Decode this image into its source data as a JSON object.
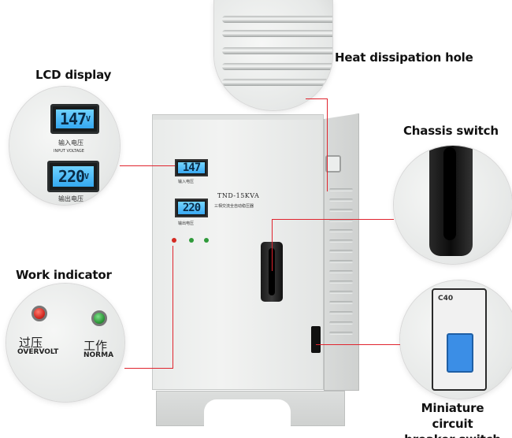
{
  "labels": {
    "heat": "Heat dissipation hole",
    "lcd": "LCD display",
    "chassis": "Chassis switch",
    "work": "Work indicator",
    "mcb_line1": "Miniature circuit",
    "mcb_line2": "breaker switch"
  },
  "lcd": {
    "input_value": "147",
    "input_unit": "V",
    "output_value": "220",
    "output_unit": "V",
    "input_caption_cn": "输入电压",
    "input_caption_en": "INPUT VOLTAGE",
    "output_caption_cn": "输出电压"
  },
  "unit": {
    "model": "TND-15KVA",
    "subtitle_cn": "三相交流全自动稳压器",
    "input_cn": "输入电压",
    "output_cn": "输出电压"
  },
  "indicator": {
    "overvolt_cn": "过压",
    "overvolt_en": "OVERVOLT",
    "normal_cn": "工作",
    "normal_en": "NORMA",
    "colors": {
      "overvolt": "#d42a22",
      "normal": "#2f9a3a"
    }
  },
  "mcb": {
    "rating": "C40"
  },
  "colors": {
    "leader": "#e0242e",
    "lcd_backlight": "#48b8f5"
  }
}
